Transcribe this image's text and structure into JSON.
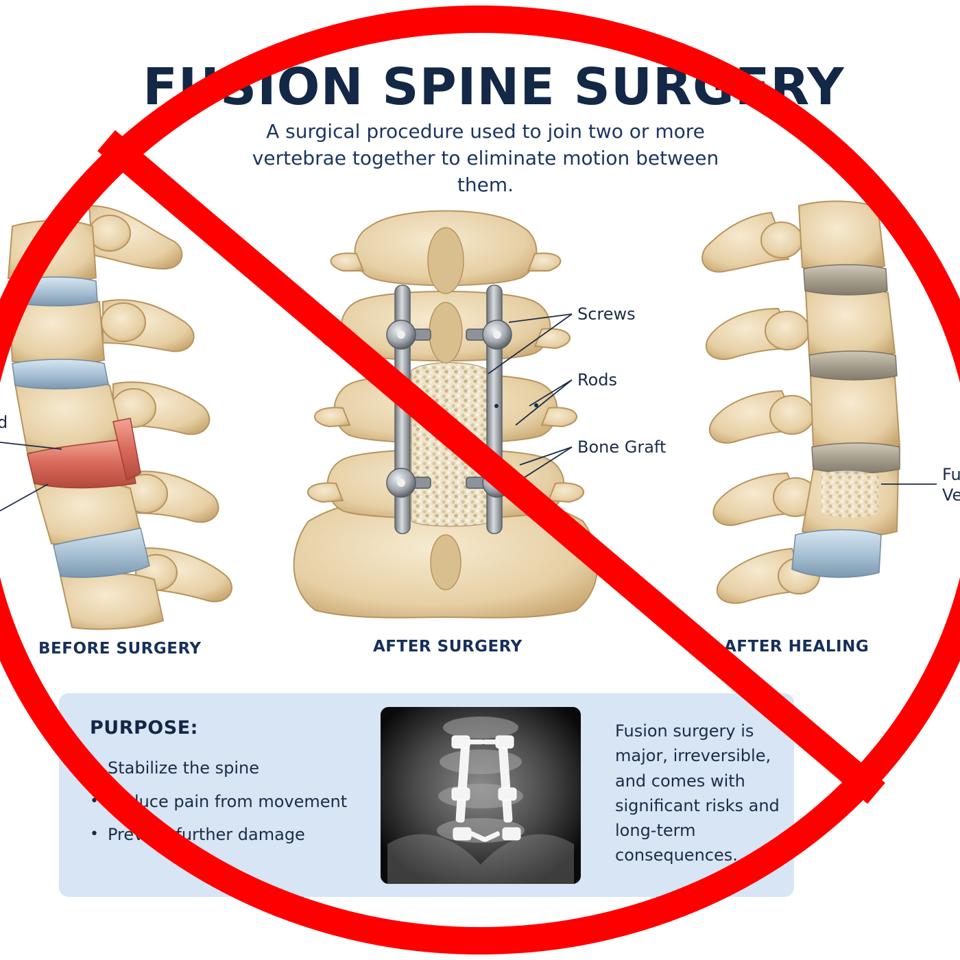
{
  "header": {
    "title": "FUSION SPINE SURGERY",
    "subtitle": "A surgical procedure used to join two or more vertebrae together to eliminate motion between them."
  },
  "panels": [
    {
      "caption": "BEFORE SURGERY",
      "partial_labels": [
        "d"
      ]
    },
    {
      "caption": "AFTER SURGERY",
      "callouts": [
        "Screws",
        "Rods",
        "Bone Graft"
      ]
    },
    {
      "caption": "AFTER HEALING",
      "partial_labels": [
        "Fu",
        "Ve"
      ]
    }
  ],
  "purpose": {
    "heading": "PURPOSE:",
    "items": [
      "Stabilize the spine",
      "Reduce pain from movement",
      "Prevent further damage"
    ]
  },
  "warning": "Fusion surgery is major, irreversible, and comes with significant risks and long-term consequences.",
  "overlay": {
    "symbol": "prohibition",
    "color": "#ff0000"
  },
  "colors": {
    "title": "#132746",
    "bone": "#e9d6b0",
    "disc_healthy": "#a9c2d6",
    "disc_damaged": "#d9695a",
    "disc_fused": "#a79f8e",
    "hardware": "#9ea4aa",
    "info_box": "#d7e5f4"
  }
}
